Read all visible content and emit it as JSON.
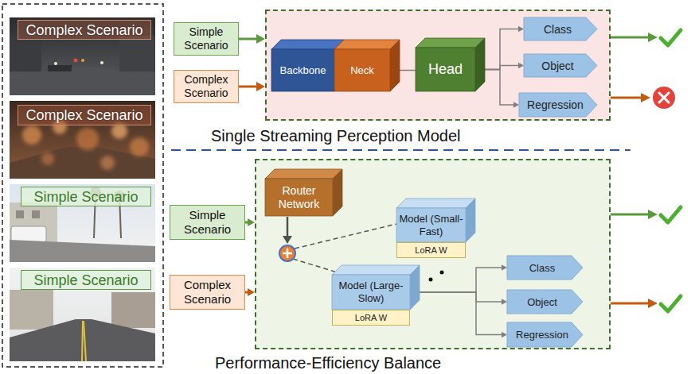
{
  "diagram": {
    "nodes": [
      {
        "text": [
          "Complex Scenario"
        ]
      },
      {
        "text": [
          "Complex Scenario"
        ]
      },
      {
        "text": [
          "Simple Scenario"
        ]
      },
      {
        "text": [
          "Simple Scenario"
        ]
      },
      {
        "text": [
          "Simple Scenario"
        ]
      },
      {
        "text": [
          "Complex Scenario"
        ]
      },
      {
        "text": [
          "Single Streaming Perception Model"
        ]
      },
      {
        "text": [
          "Backbone"
        ],
        "in": 6
      },
      {
        "text": [
          "Neck"
        ],
        "in": 6
      },
      {
        "text": [
          "Head"
        ],
        "in": 6
      },
      {
        "text": [
          "Class"
        ],
        "in": 6
      },
      {
        "text": [
          "Object"
        ],
        "in": 6
      },
      {
        "text": [
          "Regression"
        ],
        "in": 6
      },
      {
        "text": [
          "Simple Scenario"
        ]
      },
      {
        "text": [
          "Complex Scenario"
        ]
      },
      {
        "text": [
          "Performance-Efficiency Balance"
        ]
      },
      {
        "text": [
          "Router Network"
        ],
        "in": 15
      },
      {
        "text": [
          "Model (Small-Fast)"
        ],
        "in": 15
      },
      {
        "text": [
          "LoRA W"
        ],
        "in": 15
      },
      {
        "text": [
          "Model (Large-Slow)"
        ],
        "in": 15
      },
      {
        "text": [
          "LoRA W"
        ],
        "in": 15
      },
      {
        "text": [
          "Class"
        ],
        "in": 15
      },
      {
        "text": [
          "Object"
        ],
        "in": 15
      },
      {
        "text": [
          "Regression"
        ],
        "in": 15
      }
    ],
    "edges": [
      {
        "from": 4,
        "to": 6,
        "arrow": "to"
      },
      {
        "from": 5,
        "to": 6,
        "arrow": "to"
      },
      {
        "from": 8,
        "to": 9,
        "arrow": "none"
      },
      {
        "from": 9,
        "to": 10,
        "arrow": "to"
      },
      {
        "from": 9,
        "to": 11,
        "arrow": "to"
      },
      {
        "from": 9,
        "to": 12,
        "arrow": "to"
      },
      {
        "from": 13,
        "to": 15,
        "arrow": "to"
      },
      {
        "from": 14,
        "to": 15,
        "arrow": "to"
      },
      {
        "from": 19,
        "to": 21,
        "arrow": "to"
      },
      {
        "from": 19,
        "to": 22,
        "arrow": "to"
      },
      {
        "from": 19,
        "to": 23,
        "arrow": "to"
      }
    ]
  }
}
